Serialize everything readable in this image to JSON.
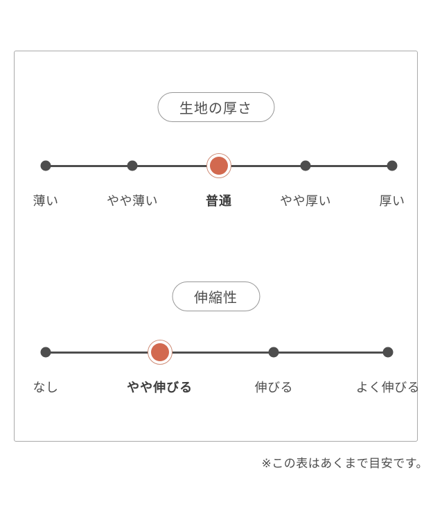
{
  "colors": {
    "accent": "#d2694f",
    "accent_ring": "#cf8d77",
    "ink": "#4d4d4d",
    "ink_strong": "#3c3c3c",
    "panel_border": "#a9a9a9",
    "pill_border": "#979797"
  },
  "chart_data": [
    {
      "type": "scale",
      "title": "生地の厚さ",
      "categories": [
        "薄い",
        "やや薄い",
        "普通",
        "やや厚い",
        "厚い"
      ],
      "selected_index": 2,
      "selected_label": "普通"
    },
    {
      "type": "scale",
      "title": "伸縮性",
      "categories": [
        "なし",
        "やや伸びる",
        "伸びる",
        "よく伸びる"
      ],
      "selected_index": 1,
      "selected_label": "やや伸びる"
    }
  ],
  "note": "※この表はあくまで目安です。"
}
